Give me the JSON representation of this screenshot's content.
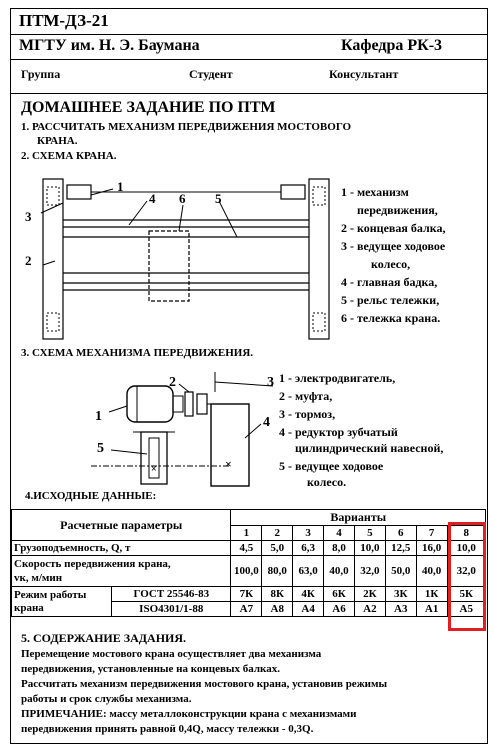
{
  "header": {
    "code": "ПТМ-ДЗ-21",
    "university": "МГТУ им. Н. Э. Баумана",
    "department": "Кафедра РК-3",
    "group_label": "Группа",
    "student_label": "Студент",
    "consultant_label": "Консультант"
  },
  "title": "ДОМАШНЕЕ ЗАДАНИЕ ПО ПТМ",
  "task1_line1": "1. РАССЧИТАТЬ МЕХАНИЗМ ПЕРЕДВИЖЕНИЯ МОСТОВОГО",
  "task1_line2": "КРАНА.",
  "task2": "2. СХЕМА КРАНА.",
  "crane_labels": [
    "1",
    "2",
    "3",
    "4",
    "5",
    "6"
  ],
  "crane_legend": [
    "1 - механизм",
    "передвижения,",
    "2 - концевая балка,",
    "3 - ведущее ходовое",
    "колесо,",
    "4 - главная бадка,",
    "5 - рельс тележки,",
    "6 - тележка крана."
  ],
  "task3": "3. СХЕМА МЕХАНИЗМА ПЕРЕДВИЖЕНИЯ.",
  "mech_labels": [
    "1",
    "2",
    "3",
    "4",
    "5"
  ],
  "mech_legend": [
    "1 - электродвигатель,",
    "2 - муфта,",
    "3 - тормоз,",
    "4 - редуктор зубчатый",
    "цилиндрический навесной,",
    "5 - ведущее ходовое",
    "колесо."
  ],
  "task4": "4.ИСХОДНЫЕ ДАННЫЕ:",
  "table": {
    "params_header": "Расчетные параметры",
    "variants_header": "Варианты",
    "variants": [
      "1",
      "2",
      "3",
      "4",
      "5",
      "6",
      "7",
      "8"
    ],
    "rows": [
      {
        "label": "Грузоподъемность, Q, т",
        "values": [
          "4,5",
          "5,0",
          "6,3",
          "8,0",
          "10,0",
          "12,5",
          "16,0",
          "10,0"
        ]
      },
      {
        "label_line1": "Скорость передвижения крана,",
        "label_line2": "vк, м/мин",
        "values": [
          "100,0",
          "80,0",
          "63,0",
          "40,0",
          "32,0",
          "50,0",
          "40,0",
          "32,0"
        ]
      }
    ],
    "mode_label_line1": "Режим работы",
    "mode_label_line2": "крана",
    "mode_rows": [
      {
        "standard": "ГОСТ 25546-83",
        "values": [
          "7К",
          "8К",
          "4К",
          "6К",
          "2К",
          "3К",
          "1К",
          "5К"
        ]
      },
      {
        "standard": "ISO4301/1-88",
        "values": [
          "А7",
          "А8",
          "А4",
          "А6",
          "А2",
          "А3",
          "А1",
          "А5"
        ]
      }
    ]
  },
  "section5": {
    "title": "5. СОДЕРЖАНИЕ ЗАДАНИЯ.",
    "lines": [
      "Перемещение мостового крана осуществляет два механизма",
      "передвижения, установленные на концевых балках.",
      "Рассчитать механизм передвижения мостового крана, установив режимы",
      "работы и срок службы механизма.",
      "ПРИМЕЧАНИЕ: массу металлоконструкции крана с механизмами",
      "передвижения принять равной 0,4Q, массу тележки - 0,3Q."
    ]
  },
  "colors": {
    "highlight": "#e02020"
  }
}
